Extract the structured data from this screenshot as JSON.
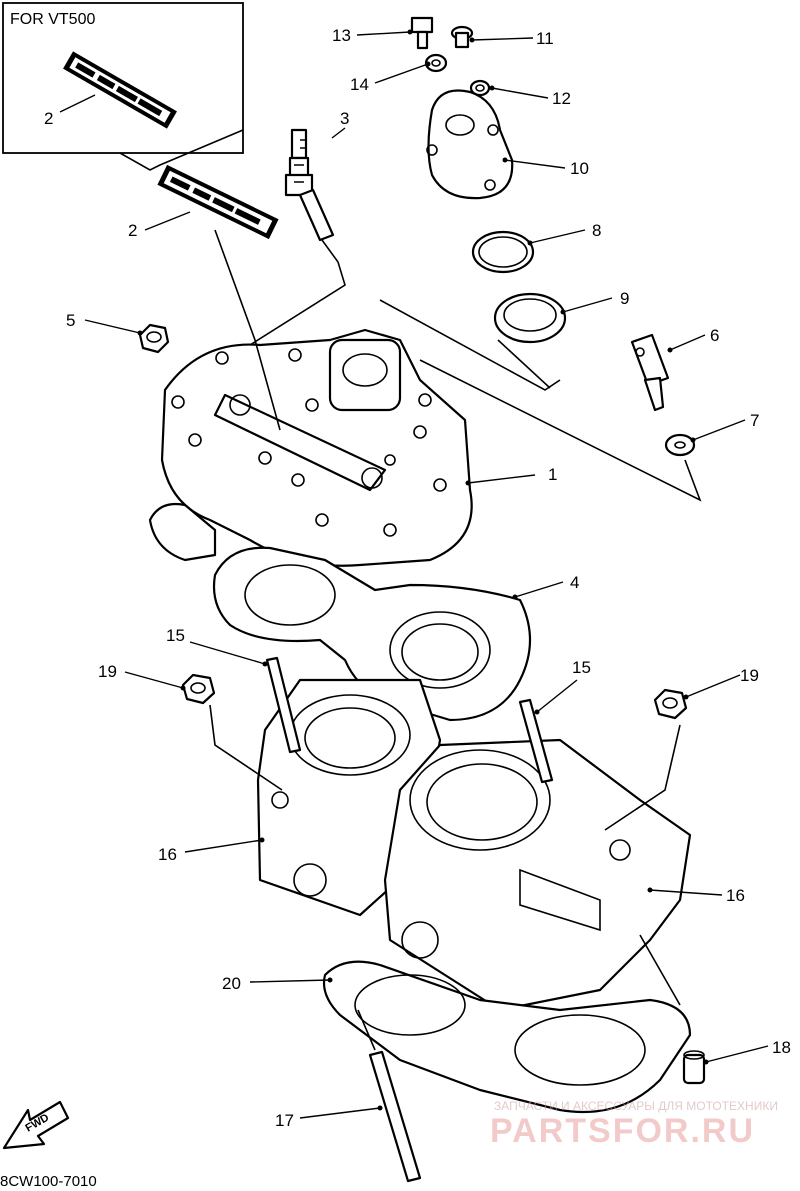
{
  "inset": {
    "title": "FOR VT500"
  },
  "drawing_code": "8CW100-7010",
  "watermark": {
    "caption": "ЗАПЧАСТИ И АКСЕССУАРЫ ДЛЯ МОТОТЕХНИКИ",
    "brand": "PARTSFOR.RU"
  },
  "fwd_label": "FWD",
  "callouts": [
    {
      "id": "c1",
      "text": "1"
    },
    {
      "id": "c2a",
      "text": "2"
    },
    {
      "id": "c2b",
      "text": "2"
    },
    {
      "id": "c3",
      "text": "3"
    },
    {
      "id": "c4",
      "text": "4"
    },
    {
      "id": "c5",
      "text": "5"
    },
    {
      "id": "c6",
      "text": "6"
    },
    {
      "id": "c7",
      "text": "7"
    },
    {
      "id": "c8",
      "text": "8"
    },
    {
      "id": "c9",
      "text": "9"
    },
    {
      "id": "c10",
      "text": "10"
    },
    {
      "id": "c11",
      "text": "11"
    },
    {
      "id": "c12",
      "text": "12"
    },
    {
      "id": "c13",
      "text": "13"
    },
    {
      "id": "c14",
      "text": "14"
    },
    {
      "id": "c15a",
      "text": "15"
    },
    {
      "id": "c15b",
      "text": "15"
    },
    {
      "id": "c16a",
      "text": "16"
    },
    {
      "id": "c16b",
      "text": "16"
    },
    {
      "id": "c17",
      "text": "17"
    },
    {
      "id": "c18",
      "text": "18"
    },
    {
      "id": "c19a",
      "text": "19"
    },
    {
      "id": "c19b",
      "text": "19"
    },
    {
      "id": "c20",
      "text": "20"
    }
  ]
}
